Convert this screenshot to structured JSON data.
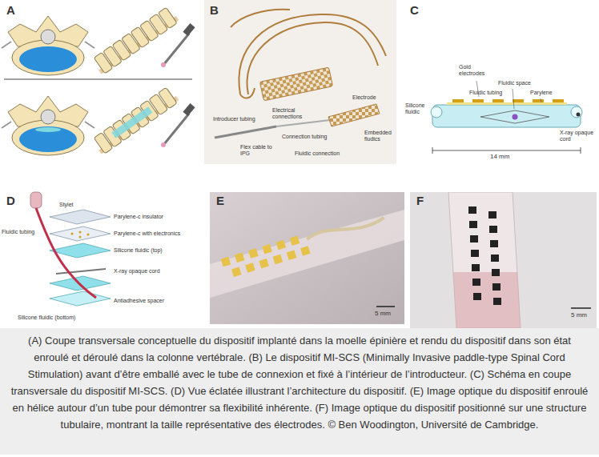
{
  "diagram": {
    "caption": "(A) Coupe transversale conceptuelle du dispositif implanté dans la moelle épinière et rendu du dispositif dans son état enroulé et déroulé dans la colonne vertébrale. (B) Le dispositif MI-SCS (Minimally Invasive paddle-type Spinal Cord Stimulation) avant d’être emballé avec le tube de connexion et fixé à l’intérieur de l’introducteur. (C) Schéma en coupe transversale du dispositif MI-SCS. (D) Vue éclatée illustrant l’architecture du dispositif. (E) Image optique du dispositif enroulé en hélice autour d’un tube pour démontrer sa flexibilité inhérente. (F) Image optique du dispositif positionné sur une structure tubulaire, montrant la taille représentative des électrodes. © Ben Woodington, Université de Cambridge.",
    "labels": [
      "A",
      "B",
      "Introducer tubing",
      "Electrical connections",
      "Electrode",
      "Connection tubing",
      "Embedded fludics",
      "Flex cable to IPG",
      "Fluidic connection",
      "C",
      "Gold electrodes",
      "Fluidic space",
      "Fluidic tubing",
      "Parylene",
      "Silicone fluidic",
      "X-ray opaque cord",
      "14 mm",
      "D",
      "Stylet",
      "Fluidic tubing",
      "Parylene-c insulator",
      "Parylene-c with electronics",
      "Silicone fluidic (top)",
      "X-ray opaque cord",
      "Antiadhesive spacer",
      "Silicone fluidic (bottom)",
      "E",
      "5 mm",
      "F",
      "5 mm"
    ]
  }
}
